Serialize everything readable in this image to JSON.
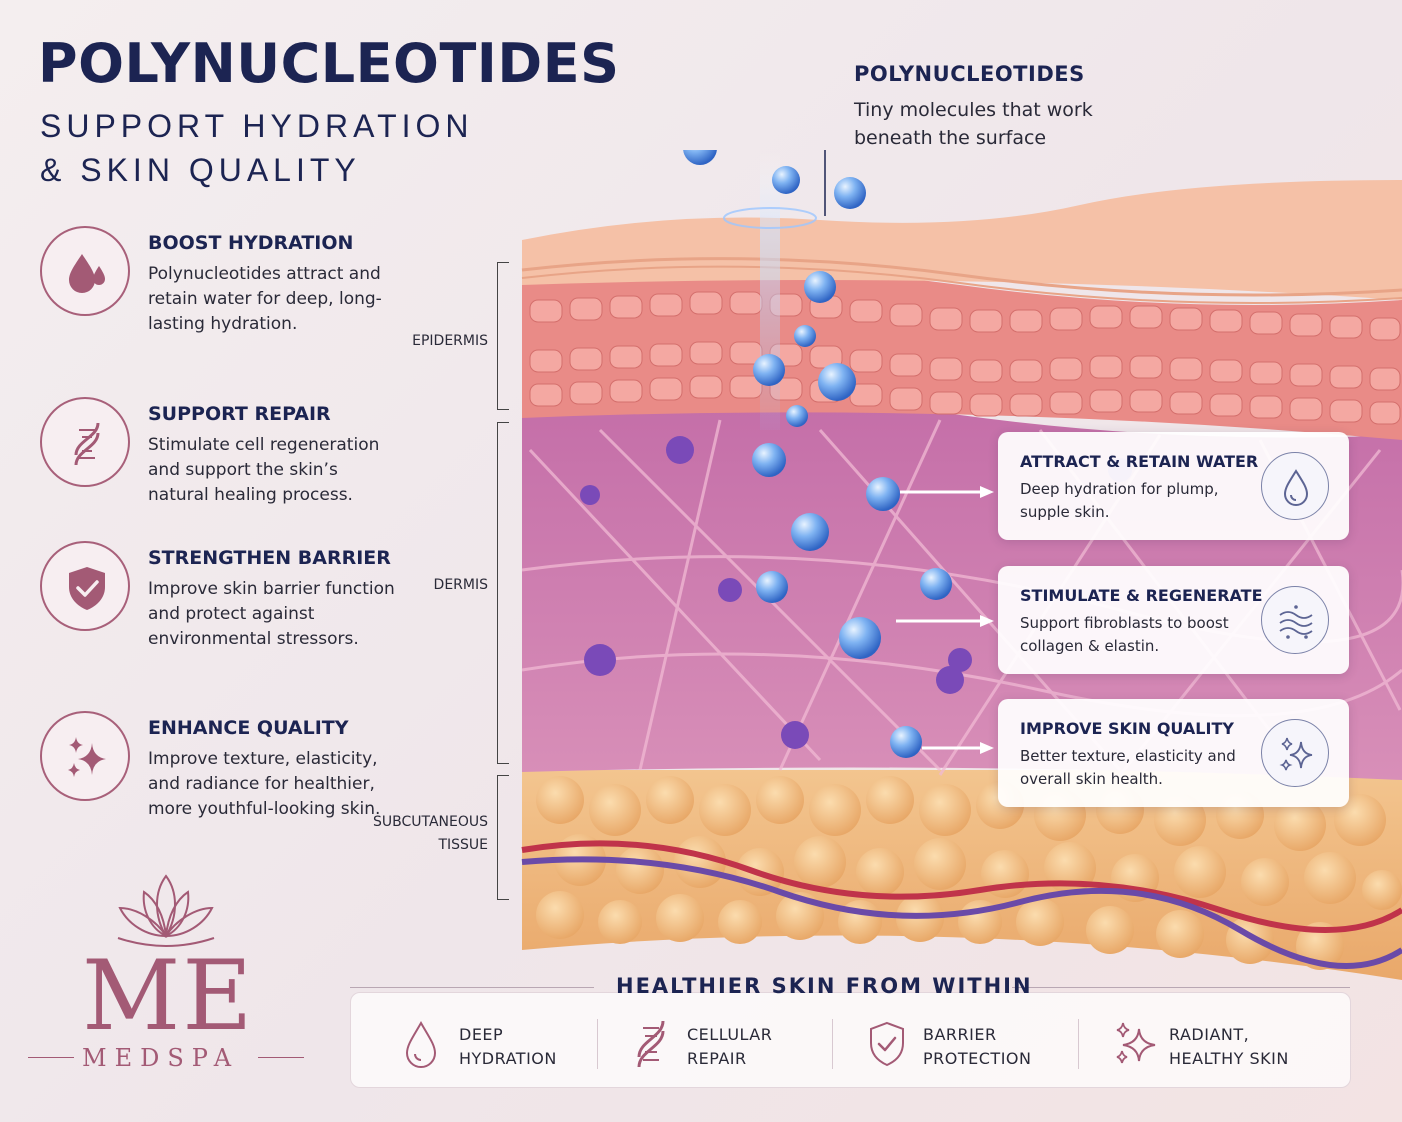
{
  "header": {
    "title": "POLYNUCLEOTIDES",
    "subtitle": "SUPPORT HYDRATION\n& SKIN QUALITY"
  },
  "benefits": [
    {
      "title": "BOOST HYDRATION",
      "text": "Polynucleotides attract and retain water for deep, long-lasting hydration.",
      "icon": "water-drops-icon"
    },
    {
      "title": "SUPPORT REPAIR",
      "text": "Stimulate cell regeneration and support the skin’s natural healing process.",
      "icon": "dna-icon"
    },
    {
      "title": "STRENGTHEN BARRIER",
      "text": "Improve skin barrier function and protect against environmental stressors.",
      "icon": "shield-check-icon"
    },
    {
      "title": "ENHANCE QUALITY",
      "text": "Improve texture, elasticity, and radiance for healthier, more youthful-looking skin.",
      "icon": "sparkles-icon"
    }
  ],
  "layers": {
    "epidermis": "EPIDERMIS",
    "dermis": "DERMIS",
    "subcutaneous": "SUBCUTANEOUS\nTISSUE"
  },
  "molecule_callout": {
    "title": "POLYNUCLEOTIDES",
    "text": "Tiny molecules that work beneath the surface"
  },
  "cards": [
    {
      "title": "ATTRACT & RETAIN WATER",
      "text": "Deep hydration for plump, supple skin.",
      "icon": "water-drop-icon"
    },
    {
      "title": "STIMULATE & REGENERATE",
      "text": "Support fibroblasts to boost collagen & elastin.",
      "icon": "fibroblast-icon"
    },
    {
      "title": "IMPROVE SKIN QUALITY",
      "text": "Better texture, elasticity and overall skin health.",
      "icon": "sparkles-icon"
    }
  ],
  "bottom": {
    "heading": "HEALTHIER SKIN FROM WITHIN",
    "items": [
      {
        "label": "DEEP\nHYDRATION",
        "icon": "water-drop-icon"
      },
      {
        "label": "CELLULAR\nREPAIR",
        "icon": "dna-icon"
      },
      {
        "label": "BARRIER\nPROTECTION",
        "icon": "shield-check-icon"
      },
      {
        "label": "RADIANT,\nHEALTHY SKIN",
        "icon": "sparkles-icon"
      }
    ]
  },
  "logo": {
    "letters": "ME",
    "name": "MEDSPA"
  },
  "colors": {
    "navy": "#1c2452",
    "mauve": "#a35a75",
    "molecule_blue": "#4f8ee8"
  }
}
